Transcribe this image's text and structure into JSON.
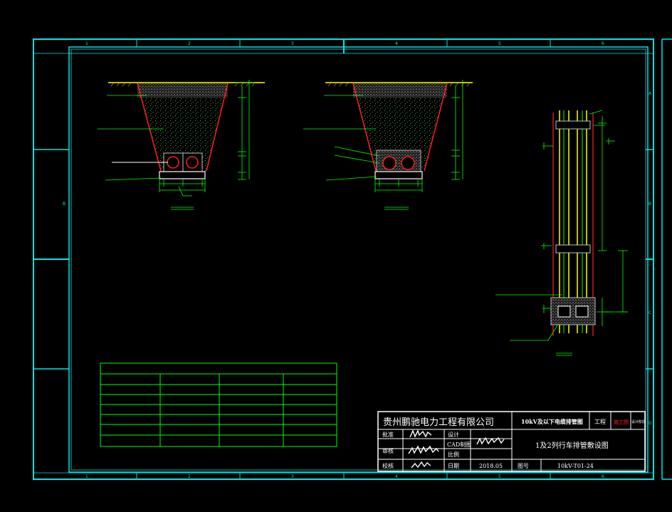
{
  "frame": {
    "col_labels": [
      "1",
      "2",
      "3",
      "4",
      "5",
      "6"
    ],
    "row_labels": [
      "A",
      "B",
      "C",
      "D"
    ]
  },
  "title_block": {
    "company": "贵州鹏驰电力工程有限公司",
    "project": "10kV及以下电缆排管图",
    "project_suffix": "工程",
    "stage": "施工图",
    "stage_side": "设计阶段",
    "labels": {
      "approve": "批准",
      "review": "审核",
      "check": "校核",
      "design": "设计",
      "cad": "CAD制图",
      "scale": "比例",
      "date": "日期",
      "drawing_no": "图号"
    },
    "date_value": "2018.05",
    "drawing_title": "1及2列行车排管敷设图",
    "drawing_number": "10kV-T01-24"
  },
  "colors": {
    "frame": "#00e5e5",
    "line": "#00ff00",
    "red": "#ff2020",
    "yellow": "#ffff00",
    "white": "#ffffff",
    "gray": "#c0c0c0"
  }
}
